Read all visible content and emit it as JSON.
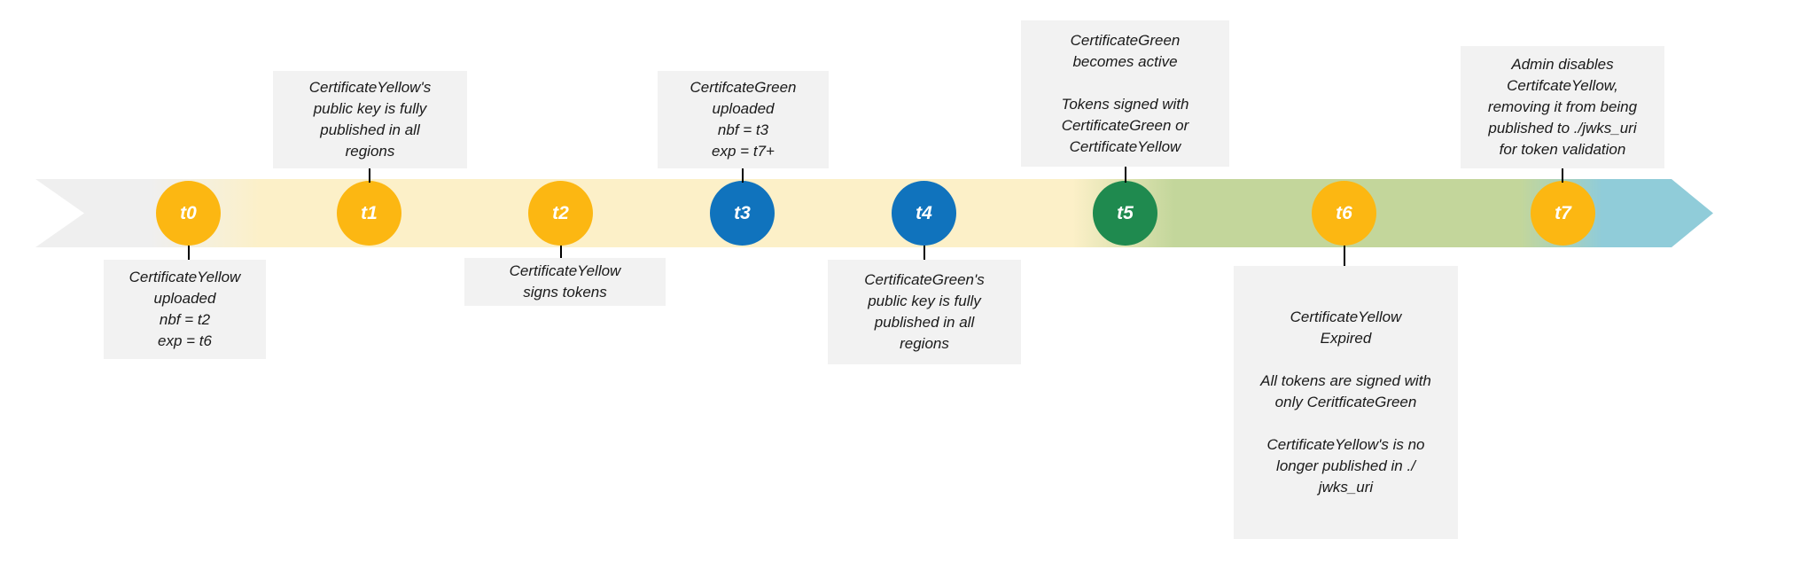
{
  "palette": {
    "circle_yellow": "#fcb712",
    "circle_blue": "#1073bd",
    "circle_green": "#1f8a4f",
    "band_gray": "#efefef",
    "band_yellow": "#fcf0c8",
    "band_green": "#c3d69b",
    "band_blue": "#90ccd9",
    "callout_background": "#f2f2f2",
    "text_color": "#1a1a1a"
  },
  "events": [
    {
      "label": "t0",
      "callout_position": "below",
      "callout": "CertificateYellow\nuploaded\nnbf = t2\nexp = t6"
    },
    {
      "label": "t1",
      "callout_position": "above",
      "callout": "CertificateYellow's\npublic key is fully\npublished in all\nregions"
    },
    {
      "label": "t2",
      "callout_position": "below",
      "callout": "CertificateYellow\nsigns tokens"
    },
    {
      "label": "t3",
      "callout_position": "above",
      "callout": "CertifcateGreen\nuploaded\nnbf = t3\nexp = t7+"
    },
    {
      "label": "t4",
      "callout_position": "below",
      "callout": "CertificateGreen's\npublic key is fully\npublished in all\nregions"
    },
    {
      "label": "t5",
      "callout_position": "above",
      "callout": "CertificateGreen\nbecomes active\n\nTokens signed with\nCertificateGreen or\nCertificateYellow"
    },
    {
      "label": "t6",
      "callout_position": "below",
      "callout": "CertificateYellow\nExpired\n\nAll tokens are signed with\nonly CeritficateGreen\n\nCertificateYellow's is no\nlonger published in ./\njwks_uri"
    },
    {
      "label": "t7",
      "callout_position": "above",
      "callout": "Admin disables\nCertifcateYellow,\nremoving it from being\npublished to ./jwks_uri\nfor token validation"
    }
  ]
}
